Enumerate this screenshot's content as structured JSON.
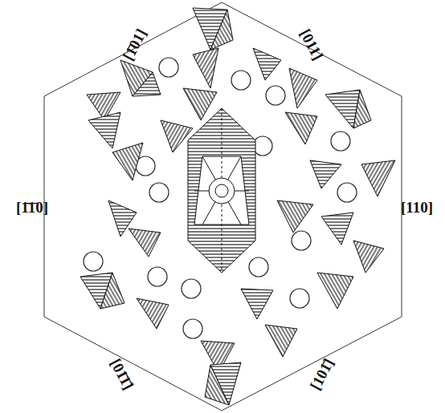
{
  "diagram": {
    "labels": [
      "[1̄01]",
      "[011]",
      "[1̄1̄0]",
      "[110]",
      "[01̄1̄]",
      "[101̄]"
    ]
  }
}
